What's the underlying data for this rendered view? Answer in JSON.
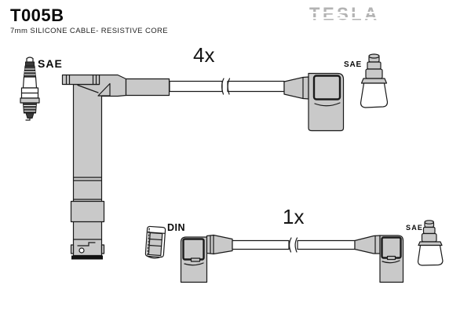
{
  "header": {
    "part_number": "T005B",
    "subtitle": "7mm SILICONE CABLE- RESISTIVE CORE"
  },
  "brand": {
    "name": "TESLA"
  },
  "diagram": {
    "top_cable_qty": "4x",
    "bottom_cable_qty": "1x",
    "spark_plug_standard": "SAE",
    "top_terminal_standard": "SAE",
    "bottom_terminal_standard": "SAE",
    "din_terminal_standard": "DIN",
    "icons": [
      "spark-plug-icon",
      "angled-coil-boot-icon",
      "coil-boot-icon",
      "cable-break-icon",
      "din-terminal-icon",
      "sae-terminal-icon"
    ]
  },
  "colors": {
    "part-fill": "#c9c9c9",
    "outline": "#1a1a1a",
    "brand-gray": "#b3b3b3",
    "bg": "#ffffff"
  }
}
